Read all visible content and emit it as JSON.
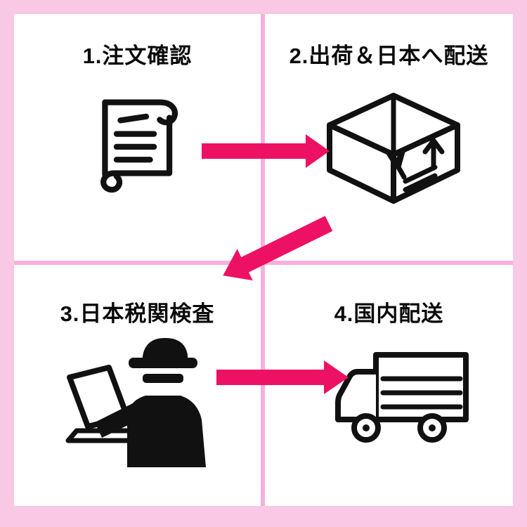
{
  "diagram": {
    "steps": [
      {
        "number": "1",
        "label": "1.注文確認",
        "icon": "scroll-document-icon"
      },
      {
        "number": "2",
        "label": "2.出荷＆日本へ配送",
        "icon": "shipping-box-icon"
      },
      {
        "number": "3",
        "label": "3.日本税関検査",
        "icon": "customs-officer-icon"
      },
      {
        "number": "4",
        "label": "4.国内配送",
        "icon": "delivery-truck-icon"
      }
    ],
    "flow": [
      "step1→step2",
      "step2→step3",
      "step3→step4"
    ],
    "colors": {
      "background_pink": "#f9c8e4",
      "grid_line_pink": "#f5b1dc",
      "arrow_pink": "#ed1164",
      "icon_ink": "#111111",
      "panel_white": "#ffffff"
    }
  }
}
